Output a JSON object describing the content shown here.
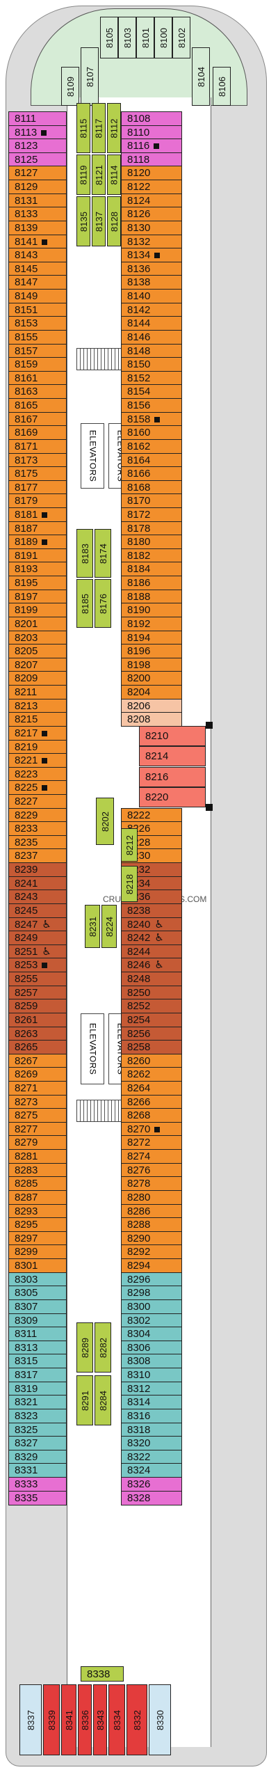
{
  "colors": {
    "green": "#d6ecd6",
    "pink": "#e76fd2",
    "orange": "#f28f2c",
    "brown": "#c55a35",
    "teal": "#79c7c5",
    "red": "#e33c3c",
    "lime": "#b4cf4c",
    "salmon": "#f5786b",
    "peach": "#f6c4a5",
    "lightblue": "#cfe6f2"
  },
  "labels": {
    "elevators": "ELEVATORS",
    "watermark": "CRUISEDECKPLANS.COM"
  },
  "bow_cabins": [
    "8109",
    "8107",
    "8105",
    "8103",
    "8101",
    "8100",
    "8102",
    "8104",
    "8106"
  ],
  "left_cabins": [
    {
      "n": "8111",
      "c": "pink"
    },
    {
      "n": "8113",
      "c": "pink",
      "i": "sq"
    },
    {
      "n": "8123",
      "c": "pink"
    },
    {
      "n": "8125",
      "c": "pink"
    },
    {
      "n": "8127",
      "c": "orange"
    },
    {
      "n": "8129",
      "c": "orange"
    },
    {
      "n": "8131",
      "c": "orange"
    },
    {
      "n": "8133",
      "c": "orange"
    },
    {
      "n": "8139",
      "c": "orange"
    },
    {
      "n": "8141",
      "c": "orange",
      "i": "sq"
    },
    {
      "n": "8143",
      "c": "orange"
    },
    {
      "n": "8145",
      "c": "orange"
    },
    {
      "n": "8147",
      "c": "orange"
    },
    {
      "n": "8149",
      "c": "orange"
    },
    {
      "n": "8151",
      "c": "orange"
    },
    {
      "n": "8153",
      "c": "orange"
    },
    {
      "n": "8155",
      "c": "orange"
    },
    {
      "n": "8157",
      "c": "orange"
    },
    {
      "n": "8159",
      "c": "orange"
    },
    {
      "n": "8161",
      "c": "orange"
    },
    {
      "n": "8163",
      "c": "orange"
    },
    {
      "n": "8165",
      "c": "orange"
    },
    {
      "n": "8167",
      "c": "orange"
    },
    {
      "n": "8169",
      "c": "orange"
    },
    {
      "n": "8171",
      "c": "orange"
    },
    {
      "n": "8173",
      "c": "orange"
    },
    {
      "n": "8175",
      "c": "orange"
    },
    {
      "n": "8177",
      "c": "orange"
    },
    {
      "n": "8179",
      "c": "orange"
    },
    {
      "n": "8181",
      "c": "orange",
      "i": "sq"
    },
    {
      "n": "8187",
      "c": "orange"
    },
    {
      "n": "8189",
      "c": "orange",
      "i": "sq"
    },
    {
      "n": "8191",
      "c": "orange"
    },
    {
      "n": "8193",
      "c": "orange"
    },
    {
      "n": "8195",
      "c": "orange"
    },
    {
      "n": "8197",
      "c": "orange"
    },
    {
      "n": "8199",
      "c": "orange"
    },
    {
      "n": "8201",
      "c": "orange"
    },
    {
      "n": "8203",
      "c": "orange"
    },
    {
      "n": "8205",
      "c": "orange"
    },
    {
      "n": "8207",
      "c": "orange"
    },
    {
      "n": "8209",
      "c": "orange"
    },
    {
      "n": "8211",
      "c": "orange"
    },
    {
      "n": "8213",
      "c": "orange"
    },
    {
      "n": "8215",
      "c": "orange"
    },
    {
      "n": "8217",
      "c": "orange",
      "i": "sq"
    },
    {
      "n": "8219",
      "c": "orange"
    },
    {
      "n": "8221",
      "c": "orange",
      "i": "sq"
    },
    {
      "n": "8223",
      "c": "orange"
    },
    {
      "n": "8225",
      "c": "orange",
      "i": "sq"
    },
    {
      "n": "8227",
      "c": "orange"
    },
    {
      "n": "8229",
      "c": "orange"
    },
    {
      "n": "8233",
      "c": "orange"
    },
    {
      "n": "8235",
      "c": "orange"
    },
    {
      "n": "8237",
      "c": "orange"
    },
    {
      "n": "8239",
      "c": "brown"
    },
    {
      "n": "8241",
      "c": "brown"
    },
    {
      "n": "8243",
      "c": "brown"
    },
    {
      "n": "8245",
      "c": "brown"
    },
    {
      "n": "8247",
      "c": "brown",
      "i": "ada"
    },
    {
      "n": "8249",
      "c": "brown"
    },
    {
      "n": "8251",
      "c": "brown",
      "i": "ada"
    },
    {
      "n": "8253",
      "c": "brown",
      "i": "sq"
    },
    {
      "n": "8255",
      "c": "brown"
    },
    {
      "n": "8257",
      "c": "brown"
    },
    {
      "n": "8259",
      "c": "brown"
    },
    {
      "n": "8261",
      "c": "brown"
    },
    {
      "n": "8263",
      "c": "brown"
    },
    {
      "n": "8265",
      "c": "brown"
    },
    {
      "n": "8267",
      "c": "orange"
    },
    {
      "n": "8269",
      "c": "orange"
    },
    {
      "n": "8271",
      "c": "orange"
    },
    {
      "n": "8273",
      "c": "orange"
    },
    {
      "n": "8275",
      "c": "orange"
    },
    {
      "n": "8277",
      "c": "orange"
    },
    {
      "n": "8279",
      "c": "orange"
    },
    {
      "n": "8281",
      "c": "orange"
    },
    {
      "n": "8283",
      "c": "orange"
    },
    {
      "n": "8285",
      "c": "orange"
    },
    {
      "n": "8287",
      "c": "orange"
    },
    {
      "n": "8293",
      "c": "orange"
    },
    {
      "n": "8295",
      "c": "orange"
    },
    {
      "n": "8297",
      "c": "orange"
    },
    {
      "n": "8299",
      "c": "orange"
    },
    {
      "n": "8301",
      "c": "orange"
    },
    {
      "n": "8303",
      "c": "teal"
    },
    {
      "n": "8305",
      "c": "teal"
    },
    {
      "n": "8307",
      "c": "teal"
    },
    {
      "n": "8309",
      "c": "teal"
    },
    {
      "n": "8311",
      "c": "teal"
    },
    {
      "n": "8313",
      "c": "teal"
    },
    {
      "n": "8315",
      "c": "teal"
    },
    {
      "n": "8317",
      "c": "teal"
    },
    {
      "n": "8319",
      "c": "teal"
    },
    {
      "n": "8321",
      "c": "teal"
    },
    {
      "n": "8323",
      "c": "teal"
    },
    {
      "n": "8325",
      "c": "teal"
    },
    {
      "n": "8327",
      "c": "teal"
    },
    {
      "n": "8329",
      "c": "teal"
    },
    {
      "n": "8331",
      "c": "teal"
    },
    {
      "n": "8333",
      "c": "pink"
    },
    {
      "n": "8335",
      "c": "pink"
    }
  ],
  "right_cabins": [
    {
      "n": "8108",
      "c": "pink"
    },
    {
      "n": "8110",
      "c": "pink"
    },
    {
      "n": "8116",
      "c": "pink",
      "i": "sq"
    },
    {
      "n": "8118",
      "c": "pink"
    },
    {
      "n": "8120",
      "c": "orange"
    },
    {
      "n": "8122",
      "c": "orange"
    },
    {
      "n": "8124",
      "c": "orange"
    },
    {
      "n": "8126",
      "c": "orange"
    },
    {
      "n": "8130",
      "c": "orange"
    },
    {
      "n": "8132",
      "c": "orange"
    },
    {
      "n": "8134",
      "c": "orange",
      "i": "sq"
    },
    {
      "n": "8136",
      "c": "orange"
    },
    {
      "n": "8138",
      "c": "orange"
    },
    {
      "n": "8140",
      "c": "orange"
    },
    {
      "n": "8142",
      "c": "orange"
    },
    {
      "n": "8144",
      "c": "orange"
    },
    {
      "n": "8146",
      "c": "orange"
    },
    {
      "n": "8148",
      "c": "orange"
    },
    {
      "n": "8150",
      "c": "orange"
    },
    {
      "n": "8152",
      "c": "orange"
    },
    {
      "n": "8154",
      "c": "orange"
    },
    {
      "n": "8156",
      "c": "orange"
    },
    {
      "n": "8158",
      "c": "orange",
      "i": "sq"
    },
    {
      "n": "8160",
      "c": "orange"
    },
    {
      "n": "8162",
      "c": "orange"
    },
    {
      "n": "8164",
      "c": "orange"
    },
    {
      "n": "8166",
      "c": "orange"
    },
    {
      "n": "8168",
      "c": "orange"
    },
    {
      "n": "8170",
      "c": "orange"
    },
    {
      "n": "8172",
      "c": "orange"
    },
    {
      "n": "8178",
      "c": "orange"
    },
    {
      "n": "8180",
      "c": "orange"
    },
    {
      "n": "8182",
      "c": "orange"
    },
    {
      "n": "8184",
      "c": "orange"
    },
    {
      "n": "8186",
      "c": "orange"
    },
    {
      "n": "8188",
      "c": "orange"
    },
    {
      "n": "8190",
      "c": "orange"
    },
    {
      "n": "8192",
      "c": "orange"
    },
    {
      "n": "8194",
      "c": "orange"
    },
    {
      "n": "8196",
      "c": "orange"
    },
    {
      "n": "8198",
      "c": "orange"
    },
    {
      "n": "8200",
      "c": "orange"
    },
    {
      "n": "8204",
      "c": "orange"
    },
    {
      "n": "8206",
      "c": "peach"
    },
    {
      "n": "8208",
      "c": "peach"
    }
  ],
  "right_suites": [
    "8210",
    "8214",
    "8216",
    "8220"
  ],
  "right_cabins_2": [
    {
      "n": "8222",
      "c": "orange"
    },
    {
      "n": "8226",
      "c": "orange"
    },
    {
      "n": "8228",
      "c": "orange"
    },
    {
      "n": "8230",
      "c": "orange"
    },
    {
      "n": "8232",
      "c": "brown"
    },
    {
      "n": "8234",
      "c": "brown"
    },
    {
      "n": "8236",
      "c": "brown"
    },
    {
      "n": "8238",
      "c": "brown"
    },
    {
      "n": "8240",
      "c": "brown",
      "i": "ada"
    },
    {
      "n": "8242",
      "c": "brown",
      "i": "ada"
    },
    {
      "n": "8244",
      "c": "brown"
    },
    {
      "n": "8246",
      "c": "brown",
      "i": "ada"
    },
    {
      "n": "8248",
      "c": "brown"
    },
    {
      "n": "8250",
      "c": "brown"
    },
    {
      "n": "8252",
      "c": "brown"
    },
    {
      "n": "8254",
      "c": "brown"
    },
    {
      "n": "8256",
      "c": "brown"
    },
    {
      "n": "8258",
      "c": "brown"
    },
    {
      "n": "8260",
      "c": "orange"
    },
    {
      "n": "8262",
      "c": "orange"
    },
    {
      "n": "8264",
      "c": "orange"
    },
    {
      "n": "8266",
      "c": "orange"
    },
    {
      "n": "8268",
      "c": "orange"
    },
    {
      "n": "8270",
      "c": "orange",
      "i": "sq"
    },
    {
      "n": "8272",
      "c": "orange"
    },
    {
      "n": "8274",
      "c": "orange"
    },
    {
      "n": "8276",
      "c": "orange"
    },
    {
      "n": "8278",
      "c": "orange"
    },
    {
      "n": "8280",
      "c": "orange"
    },
    {
      "n": "8286",
      "c": "orange"
    },
    {
      "n": "8288",
      "c": "orange"
    },
    {
      "n": "8290",
      "c": "orange"
    },
    {
      "n": "8292",
      "c": "orange"
    },
    {
      "n": "8294",
      "c": "orange"
    },
    {
      "n": "8296",
      "c": "teal"
    },
    {
      "n": "8298",
      "c": "teal"
    },
    {
      "n": "8300",
      "c": "teal"
    },
    {
      "n": "8302",
      "c": "teal"
    },
    {
      "n": "8304",
      "c": "teal"
    },
    {
      "n": "8306",
      "c": "teal"
    },
    {
      "n": "8308",
      "c": "teal"
    },
    {
      "n": "8310",
      "c": "teal"
    },
    {
      "n": "8312",
      "c": "teal"
    },
    {
      "n": "8314",
      "c": "teal"
    },
    {
      "n": "8316",
      "c": "teal"
    },
    {
      "n": "8318",
      "c": "teal"
    },
    {
      "n": "8320",
      "c": "teal"
    },
    {
      "n": "8322",
      "c": "teal"
    },
    {
      "n": "8324",
      "c": "teal"
    },
    {
      "n": "8326",
      "c": "pink"
    },
    {
      "n": "8328",
      "c": "pink"
    }
  ],
  "inside_cabins": [
    {
      "n": "8115"
    },
    {
      "n": "8117"
    },
    {
      "n": "8112"
    },
    {
      "n": "8119"
    },
    {
      "n": "8121"
    },
    {
      "n": "8114"
    },
    {
      "n": "8135"
    },
    {
      "n": "8137"
    },
    {
      "n": "8128"
    },
    {
      "n": "8183"
    },
    {
      "n": "8174"
    },
    {
      "n": "8185"
    },
    {
      "n": "8176"
    },
    {
      "n": "8202"
    },
    {
      "n": "8212"
    },
    {
      "n": "8218"
    },
    {
      "n": "8231"
    },
    {
      "n": "8224"
    },
    {
      "n": "8289"
    },
    {
      "n": "8282"
    },
    {
      "n": "8291"
    },
    {
      "n": "8284"
    },
    {
      "n": "8338"
    }
  ],
  "stern_cabins": [
    "8337",
    "8339",
    "8341",
    "8336",
    "8343",
    "8334",
    "8332",
    "8330"
  ]
}
